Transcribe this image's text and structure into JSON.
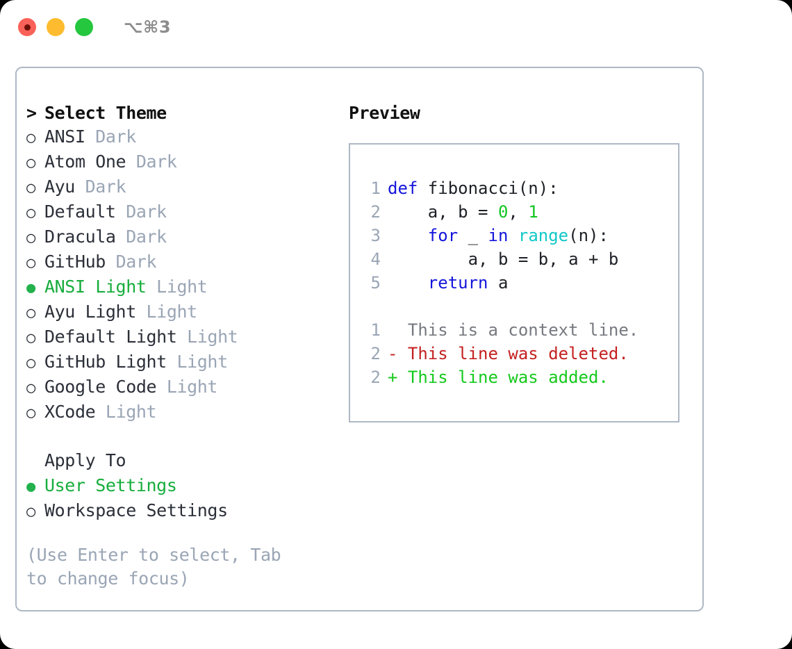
{
  "window": {
    "traffic_lights": [
      "close-red",
      "minimize-yellow",
      "maximize-green"
    ],
    "shortcut": "⌥⌘3"
  },
  "left_panel": {
    "heading": {
      "caret": ">",
      "label": "Select Theme"
    },
    "themes": [
      {
        "bullet": "○",
        "name": "ANSI",
        "tag": "Dark",
        "selected": false
      },
      {
        "bullet": "○",
        "name": "Atom One",
        "tag": "Dark",
        "selected": false
      },
      {
        "bullet": "○",
        "name": "Ayu",
        "tag": "Dark",
        "selected": false
      },
      {
        "bullet": "○",
        "name": "Default",
        "tag": "Dark",
        "selected": false
      },
      {
        "bullet": "○",
        "name": "Dracula",
        "tag": "Dark",
        "selected": false
      },
      {
        "bullet": "○",
        "name": "GitHub",
        "tag": "Dark",
        "selected": false
      },
      {
        "bullet": "●",
        "name": "ANSI Light",
        "tag": "Light",
        "selected": true
      },
      {
        "bullet": "○",
        "name": "Ayu Light",
        "tag": "Light",
        "selected": false
      },
      {
        "bullet": "○",
        "name": "Default Light",
        "tag": "Light",
        "selected": false
      },
      {
        "bullet": "○",
        "name": "GitHub Light",
        "tag": "Light",
        "selected": false
      },
      {
        "bullet": "○",
        "name": "Google Code",
        "tag": "Light",
        "selected": false
      },
      {
        "bullet": "○",
        "name": "XCode",
        "tag": "Light",
        "selected": false
      }
    ],
    "apply_to": {
      "label": "Apply To",
      "options": [
        {
          "bullet": "●",
          "name": "User Settings",
          "selected": true
        },
        {
          "bullet": "○",
          "name": "Workspace Settings",
          "selected": false
        }
      ]
    },
    "hint": "(Use Enter to select, Tab to change focus)"
  },
  "right_panel": {
    "title": "Preview",
    "code_lines": [
      {
        "num": "1",
        "tokens": [
          {
            "t": "def",
            "c": "kw"
          },
          {
            "t": " fibonacci(n):",
            "c": ""
          }
        ]
      },
      {
        "num": "2",
        "tokens": [
          {
            "t": "    a, b = ",
            "c": ""
          },
          {
            "t": "0",
            "c": "num"
          },
          {
            "t": ", ",
            "c": ""
          },
          {
            "t": "1",
            "c": "num"
          }
        ]
      },
      {
        "num": "3",
        "tokens": [
          {
            "t": "    ",
            "c": ""
          },
          {
            "t": "for",
            "c": "kw"
          },
          {
            "t": " _ ",
            "c": ""
          },
          {
            "t": "in",
            "c": "kw"
          },
          {
            "t": " ",
            "c": ""
          },
          {
            "t": "range",
            "c": "fn"
          },
          {
            "t": "(n):",
            "c": ""
          }
        ]
      },
      {
        "num": "4",
        "tokens": [
          {
            "t": "        a, b = b, a + b",
            "c": ""
          }
        ]
      },
      {
        "num": "5",
        "tokens": [
          {
            "t": "    ",
            "c": ""
          },
          {
            "t": "return",
            "c": "kw"
          },
          {
            "t": " a",
            "c": ""
          }
        ]
      }
    ],
    "diff_lines": [
      {
        "num": "1",
        "prefix": "  ",
        "text": "This is a context line.",
        "kind": "ctx"
      },
      {
        "num": "2",
        "prefix": "- ",
        "text": "This line was deleted.",
        "kind": "del"
      },
      {
        "num": "2",
        "prefix": "+ ",
        "text": "This line was added.",
        "kind": "add"
      }
    ]
  },
  "colors": {
    "border": "#aeb8c4",
    "accent_green": "#17ad3c",
    "muted": "#9aa5b5",
    "keyword_blue": "#1414dc",
    "function_cyan": "#11c8c8",
    "number_green": "#12c522",
    "diff_delete_red": "#c42121",
    "diff_add_green": "#16c91d"
  }
}
